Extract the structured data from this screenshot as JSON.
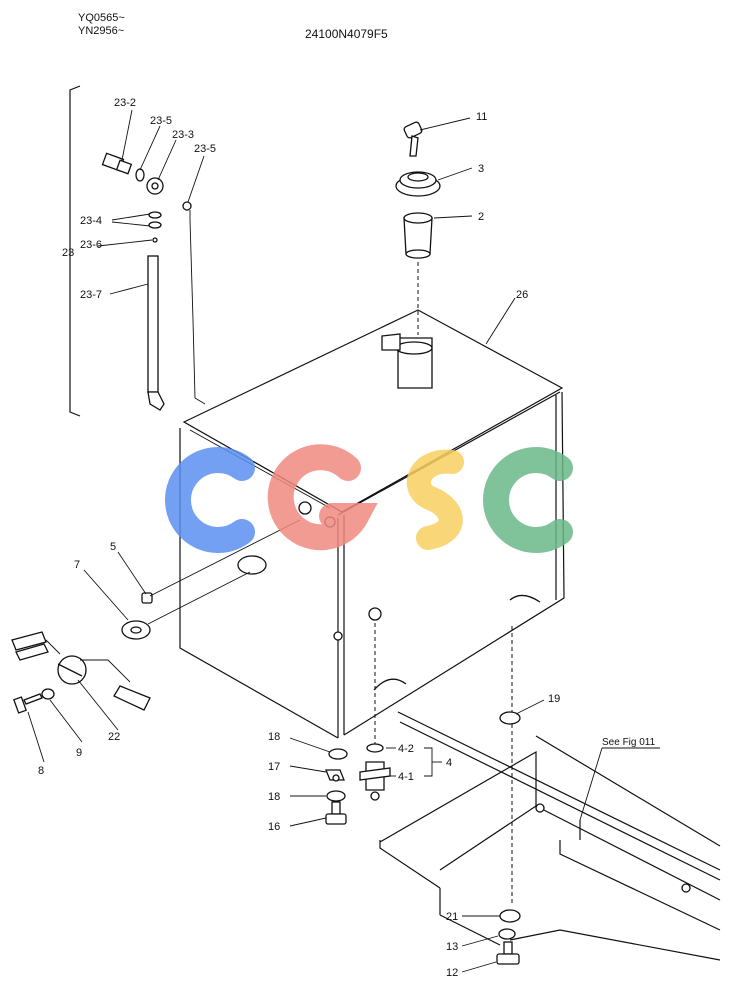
{
  "header": {
    "serial_1": "YQ0565~",
    "serial_2": "YN2956~",
    "drawing_no": "24100N4079F5"
  },
  "labels": {
    "l23_2": "23-2",
    "l23_5a": "23-5",
    "l23_3": "23-3",
    "l23_5b": "23-5",
    "l23_4": "23-4",
    "l23": "23",
    "l23_6": "23-6",
    "l23_7": "23-7",
    "l11": "11",
    "l3": "3",
    "l2": "2",
    "l26": "26",
    "l5": "5",
    "l7": "7",
    "l22": "22",
    "l9": "9",
    "l8": "8",
    "l19": "19",
    "l18a": "18",
    "l17": "17",
    "l18b": "18",
    "l16": "16",
    "l4_2": "4-2",
    "l4_1": "4-1",
    "l4": "4",
    "see_fig": "See Fig 011",
    "l21": "21",
    "l13": "13",
    "l12": "12"
  },
  "watermark": {
    "text": "CGSC",
    "colors": [
      "#5b8ff0",
      "#f08a80",
      "#f8d060",
      "#6ab98a"
    ]
  }
}
